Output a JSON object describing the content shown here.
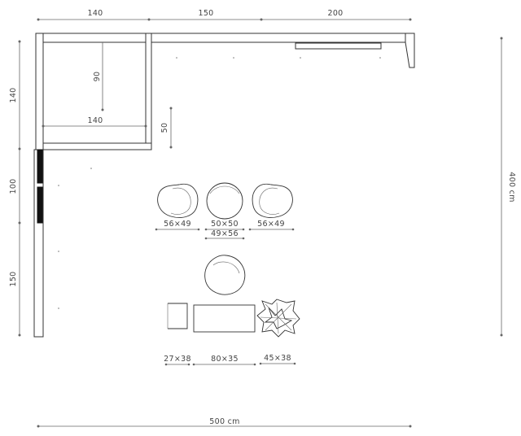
{
  "plan": {
    "top_dimensions": [
      "140",
      "150",
      "200"
    ],
    "left_dimensions": [
      "140",
      "100",
      "150"
    ],
    "right_total": "400 cm",
    "bottom_total": "500 cm",
    "inner_depth": "90",
    "inner_width": "140",
    "step_height": "50",
    "chairs": [
      {
        "name": "chair-left",
        "size": "56×49"
      },
      {
        "name": "chair-center",
        "size": "50×50"
      },
      {
        "name": "chair-right",
        "size": "56×49"
      }
    ],
    "chair_center_secondary": "49×56",
    "items": [
      {
        "name": "side-table",
        "size": "27×38"
      },
      {
        "name": "bench",
        "size": "80×35"
      },
      {
        "name": "plant",
        "size": "45×38"
      }
    ]
  }
}
